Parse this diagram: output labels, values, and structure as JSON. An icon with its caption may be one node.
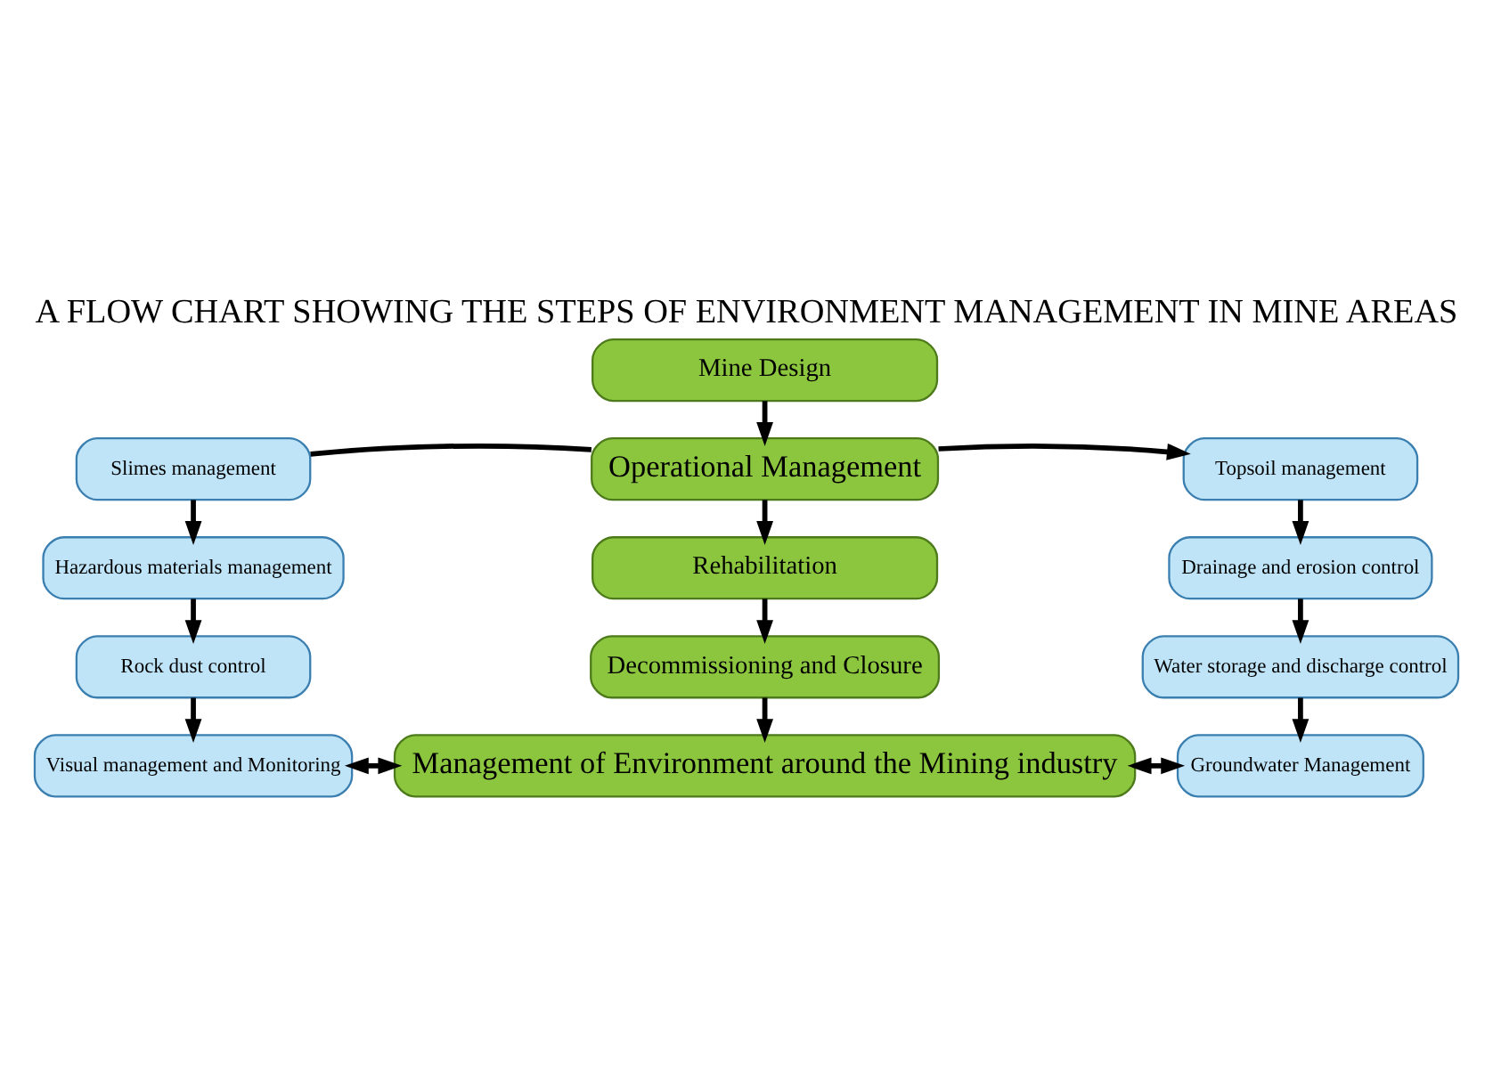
{
  "diagram": {
    "title": "A FLOW CHART SHOWING THE STEPS OF ENVIRONMENT MANAGEMENT IN MINE AREAS",
    "nodes": [
      {
        "text": [
          "Slimes management"
        ]
      },
      {
        "text": [
          "Hazardous materials management"
        ]
      },
      {
        "text": [
          "Rock dust control"
        ]
      },
      {
        "text": [
          "Visual management and Monitoring"
        ]
      },
      {
        "text": [
          "Mine Design"
        ]
      },
      {
        "text": [
          "Operational Management"
        ]
      },
      {
        "text": [
          "Rehabilitation"
        ]
      },
      {
        "text": [
          "Decommissioning and Closure"
        ]
      },
      {
        "text": [
          "Management of Environment around the Mining industry"
        ]
      },
      {
        "text": [
          "Topsoil management"
        ]
      },
      {
        "text": [
          "Drainage and erosion control"
        ]
      },
      {
        "text": [
          "Water storage and discharge control"
        ]
      },
      {
        "text": [
          "Groundwater Management"
        ]
      }
    ],
    "edges": [
      {
        "from": 4,
        "to": 5,
        "arrow": "to"
      },
      {
        "from": 5,
        "to": 6,
        "arrow": "to"
      },
      {
        "from": 6,
        "to": 7,
        "arrow": "to"
      },
      {
        "from": 7,
        "to": 8,
        "arrow": "to"
      },
      {
        "from": 5,
        "to": 0,
        "arrow": "none"
      },
      {
        "from": 5,
        "to": 9,
        "arrow": "to"
      },
      {
        "from": 0,
        "to": 1,
        "arrow": "to"
      },
      {
        "from": 1,
        "to": 2,
        "arrow": "to"
      },
      {
        "from": 2,
        "to": 3,
        "arrow": "to"
      },
      {
        "from": 9,
        "to": 10,
        "arrow": "to"
      },
      {
        "from": 10,
        "to": 11,
        "arrow": "to"
      },
      {
        "from": 11,
        "to": 12,
        "arrow": "to"
      },
      {
        "from": 3,
        "to": 8,
        "arrow": "both"
      },
      {
        "from": 12,
        "to": 8,
        "arrow": "both"
      }
    ]
  }
}
